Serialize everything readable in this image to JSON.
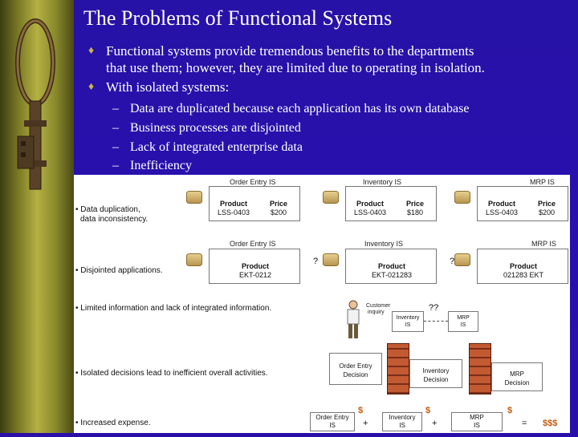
{
  "slide": {
    "title": "The Problems of Functional Systems",
    "bullets": [
      {
        "line1": "Functional systems provide tremendous benefits to the departments",
        "line2": "that use them; however, they are limited due to operating in isolation."
      },
      {
        "line1": "With isolated systems:"
      }
    ],
    "subbullets": [
      "Data are duplicated because each application has its own database",
      "Business processes are disjointed",
      "Lack of integrated enterprise data",
      "Inefficiency"
    ],
    "bullet_glyph": "♦",
    "dash_glyph": "–"
  },
  "figure": {
    "row1": {
      "label": "• Data duplication,",
      "label2": "data inconsistency.",
      "systems": [
        {
          "name": "Order Entry IS",
          "product": "Product",
          "price": "Price",
          "code": "LSS-0403",
          "value": "$200"
        },
        {
          "name": "Inventory IS",
          "product": "Product",
          "price": "Price",
          "code": "LSS-0403",
          "value": "$180"
        },
        {
          "name": "MRP IS",
          "product": "Product",
          "price": "Price",
          "code": "LSS-0403",
          "value": "$200"
        }
      ]
    },
    "row2": {
      "label": "• Disjointed applications.",
      "systems": [
        {
          "name": "Order Entry IS",
          "product": "Product",
          "code": "EKT-0212"
        },
        {
          "name": "Inventory IS",
          "product": "Product",
          "code": "EKT-021283"
        },
        {
          "name": "MRP IS",
          "product": "Product",
          "code": "021283 EKT"
        }
      ],
      "question": "?"
    },
    "row3": {
      "label": "• Limited information and lack of integrated information.",
      "customer": "Customer",
      "customer2": "inquiry",
      "inventory": "Inventory",
      "inventory2": "IS",
      "mrp": "MRP",
      "mrp2": "IS",
      "question": "??"
    },
    "row4": {
      "label": "• Isolated decisions lead to inefficient overall activities.",
      "boxes": [
        {
          "l1": "Order Entry",
          "l2": "Decision"
        },
        {
          "l1": "Inventory",
          "l2": "Decision"
        },
        {
          "l1": "MRP",
          "l2": "Decision"
        }
      ]
    },
    "row5": {
      "label": "• Increased expense.",
      "boxes": [
        {
          "l1": "Order Entry",
          "l2": "IS"
        },
        {
          "l1": "Inventory",
          "l2": "IS"
        },
        {
          "l1": "MRP",
          "l2": "IS"
        }
      ],
      "cost": "$",
      "plus": "+",
      "equals": "=",
      "total": "$$$"
    }
  }
}
